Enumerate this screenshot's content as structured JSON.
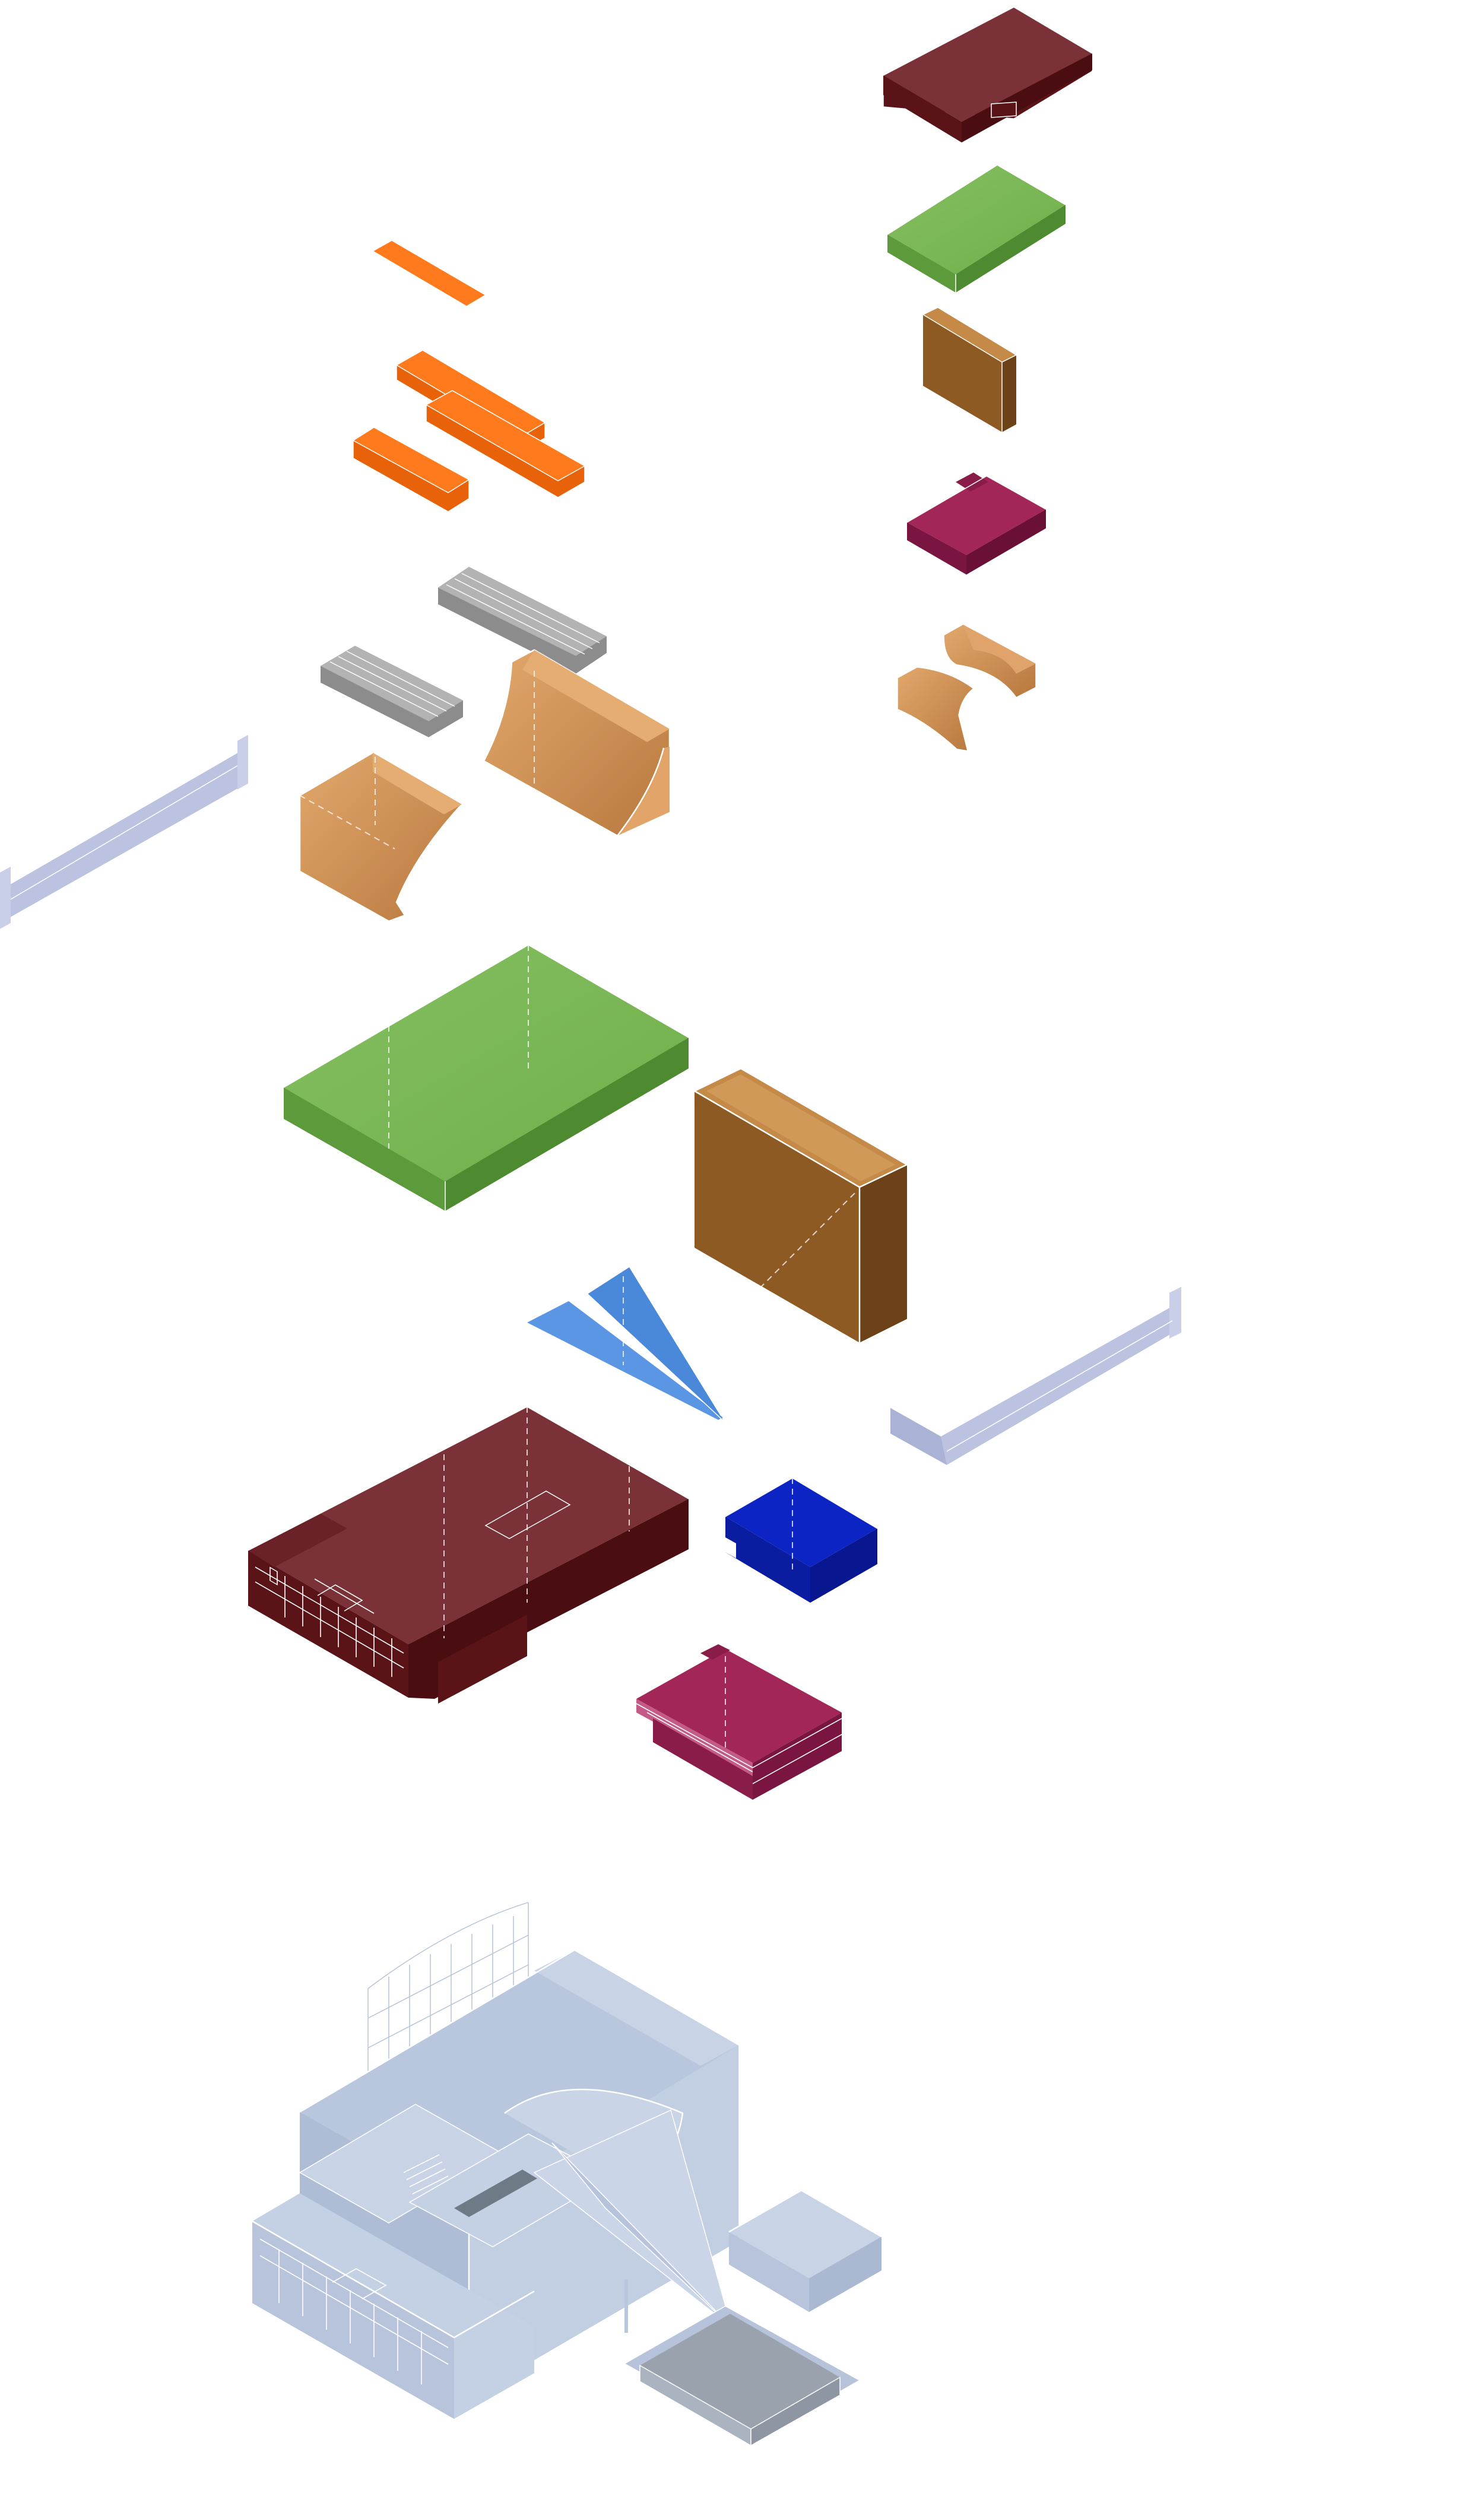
{
  "diagram": {
    "type": "exploded-axonometric",
    "title": "",
    "labels": []
  },
  "colors": {
    "maroon": "#7a3238",
    "maroon_dark": "#5a1418",
    "green": "#7bb655",
    "green_dark": "#5c9a3c",
    "brown": "#8d5a24",
    "brown_top": "#c58a48",
    "magenta": "#a32658",
    "magenta_dark": "#7a1440",
    "tan": "#d4955a",
    "orange": "#ff7a1c",
    "grey": "#a8a8a8",
    "lavender": "#bcc3e0",
    "sky_blue": "#5a96e4",
    "royal_blue": "#0d24c4",
    "ghost_blue": "#b9c7de",
    "ghost_grey": "#9aa2ad"
  },
  "components": [
    "maroon-slab-small",
    "green-slab-small",
    "brown-box-small",
    "magenta-slab-small",
    "tan-shells-small",
    "orange-bar-1",
    "orange-bar-pair",
    "orange-bar-3",
    "grey-louver-1",
    "grey-louver-2",
    "tan-curved-shell-right",
    "tan-curved-shell-left",
    "lavender-wall-left",
    "green-slab-large",
    "brown-box-large",
    "blue-canopy-fins",
    "lavender-wall-right",
    "maroon-podium-building",
    "blue-box",
    "magenta-pavilion",
    "assembled-complex"
  ]
}
